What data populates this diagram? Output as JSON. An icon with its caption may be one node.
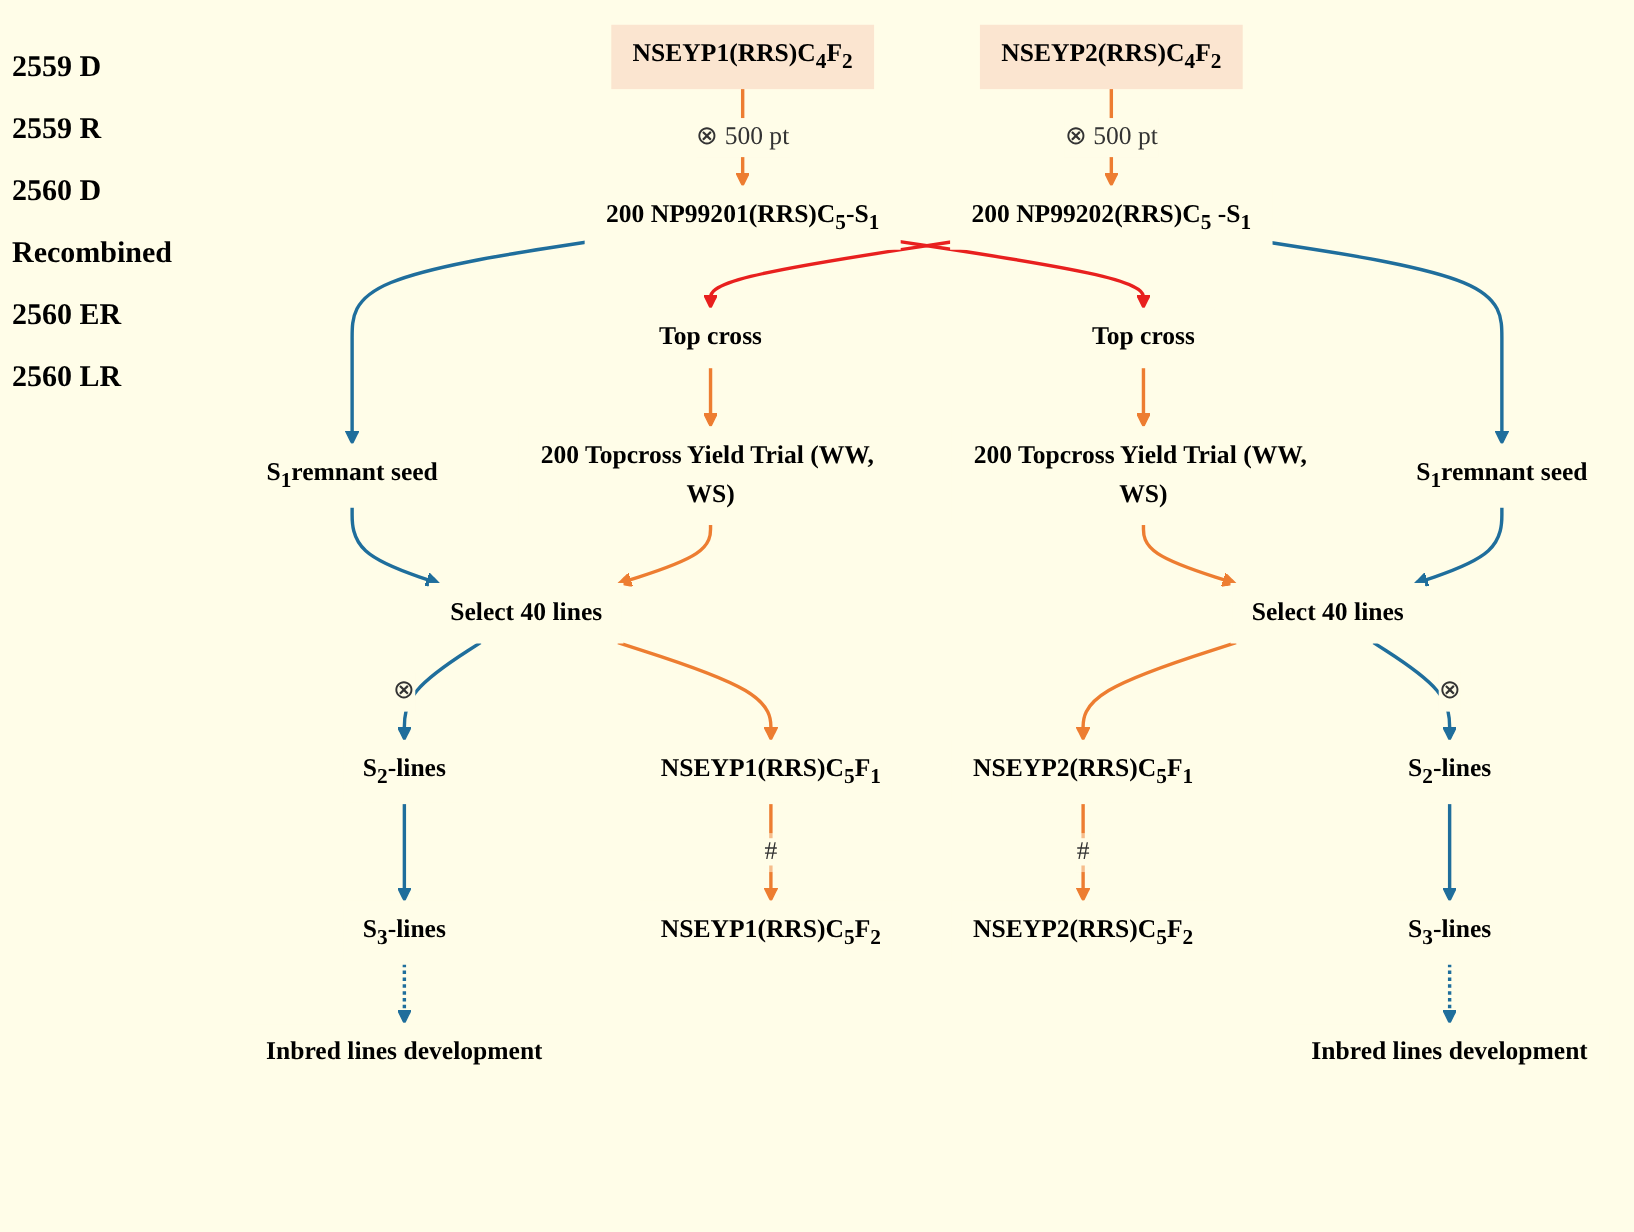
{
  "diagram": {
    "nodes": [
      {
        "text": [
          "NSEYP1(RRS)C$_{4}$F$_{2}$"
        ]
      },
      {
        "text": [
          "NSEYP2(RRS)C$_{4}$F$_{2}$"
        ]
      },
      {
        "text": [
          "200 NP99201(RRS)C$_{5}$-S$_{1}$"
        ]
      },
      {
        "text": [
          "200 NP99202(RRS)C$_{5}$ -S$_{1}$"
        ]
      },
      {
        "text": [
          "S$_{1}$remnant seed"
        ]
      },
      {
        "text": [
          "Top cross"
        ]
      },
      {
        "text": [
          "Top cross"
        ]
      },
      {
        "text": [
          "S$_{1}$remnant seed"
        ]
      },
      {
        "text": [
          "200 Topcross Yield Trial (WW, WS)"
        ]
      },
      {
        "text": [
          "200 Topcross Yield Trial (WW, WS)"
        ]
      },
      {
        "text": [
          "Select 40 lines"
        ]
      },
      {
        "text": [
          "Select 40 lines"
        ]
      },
      {
        "text": [
          "S$_{2}$-lines"
        ]
      },
      {
        "text": [
          "NSEYP1(RRS)C$_{5}$F$_{1}$"
        ]
      },
      {
        "text": [
          "NSEYP2(RRS)C$_{5}$F$_{1}$"
        ]
      },
      {
        "text": [
          "S$_{2}$-lines"
        ]
      },
      {
        "text": [
          "S$_{3}$-lines"
        ]
      },
      {
        "text": [
          "NSEYP1(RRS)C$_{5}$F$_{2}$"
        ]
      },
      {
        "text": [
          "NSEYP2(RRS)C$_{5}$F$_{2}$"
        ]
      },
      {
        "text": [
          "S$_{3}$-lines"
        ]
      },
      {
        "text": [
          "Inbred lines development"
        ]
      },
      {
        "text": [
          "Inbred lines development"
        ]
      }
    ],
    "edges": [
      {
        "from": 0,
        "to": 2,
        "arrow": "to",
        "label": "⊗ 500 pt",
        "color": "#ed7d31"
      },
      {
        "from": 1,
        "to": 3,
        "arrow": "to",
        "label": "⊗ 500 pt",
        "color": "#ed7d31"
      },
      {
        "from": 2,
        "to": 4,
        "arrow": "to",
        "color": "#1f6e9c"
      },
      {
        "from": 3,
        "to": 5,
        "arrow": "to",
        "color": "#e8201e"
      },
      {
        "from": 2,
        "to": 6,
        "arrow": "to",
        "color": "#e8201e"
      },
      {
        "from": 3,
        "to": 7,
        "arrow": "to",
        "color": "#1f6e9c"
      },
      {
        "from": 5,
        "to": 8,
        "arrow": "to",
        "color": "#ed7d31"
      },
      {
        "from": 6,
        "to": 9,
        "arrow": "to",
        "color": "#ed7d31"
      },
      {
        "from": 4,
        "to": 10,
        "arrow": "to",
        "color": "#1f6e9c"
      },
      {
        "from": 8,
        "to": 10,
        "arrow": "to",
        "color": "#ed7d31"
      },
      {
        "from": 9,
        "to": 11,
        "arrow": "to",
        "color": "#ed7d31"
      },
      {
        "from": 7,
        "to": 11,
        "arrow": "to",
        "color": "#1f6e9c"
      },
      {
        "from": 10,
        "to": 12,
        "arrow": "to",
        "label": "⊗",
        "color": "#1f6e9c"
      },
      {
        "from": 10,
        "to": 13,
        "arrow": "to",
        "color": "#ed7d31"
      },
      {
        "from": 11,
        "to": 14,
        "arrow": "to",
        "color": "#ed7d31"
      },
      {
        "from": 11,
        "to": 15,
        "arrow": "to",
        "label": "⊗",
        "color": "#1f6e9c"
      },
      {
        "from": 12,
        "to": 16,
        "arrow": "to",
        "color": "#1f6e9c"
      },
      {
        "from": 13,
        "to": 17,
        "arrow": "to",
        "label": "#",
        "color": "#ed7d31"
      },
      {
        "from": 14,
        "to": 18,
        "arrow": "to",
        "label": "#",
        "color": "#ed7d31"
      },
      {
        "from": 15,
        "to": 19,
        "arrow": "to",
        "color": "#1f6e9c"
      },
      {
        "from": 16,
        "to": 20,
        "arrow": "to",
        "style": "dashed",
        "color": "#1f6e9c"
      },
      {
        "from": 19,
        "to": 21,
        "arrow": "to",
        "style": "dashed",
        "color": "#1f6e9c"
      }
    ],
    "labels": [
      "2559 D",
      "2559 R",
      "2560 D",
      "Recombined",
      "2560 ER",
      "2560 LR"
    ]
  }
}
